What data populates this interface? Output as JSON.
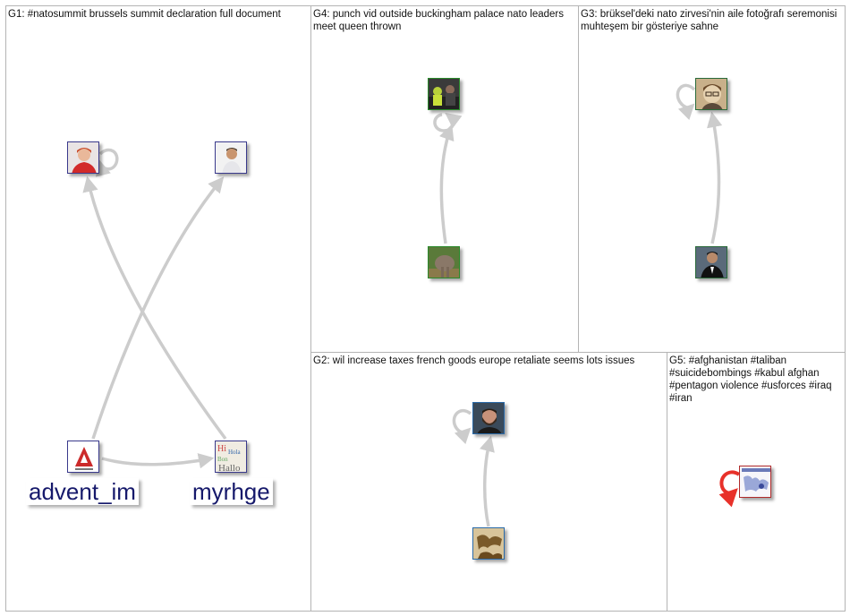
{
  "groups": {
    "g1": {
      "title": "G1: #natosummit brussels summit declaration full document"
    },
    "g4": {
      "title": "G4: punch vid outside buckingham palace nato leaders meet queen thrown"
    },
    "g3": {
      "title": "G3: brüksel'deki nato zirvesi'nin aile fotoğrafı seremonisi muhteşem bir gösteriye sahne"
    },
    "g2": {
      "title": "G2: wil increase taxes french goods europe retaliate seems lots issues"
    },
    "g5": {
      "title": "G5: #afghanistan #taliban #suicidebombings #kabul afghan #pentagon violence #usforces #iraq #iran"
    }
  },
  "labels": {
    "advent_im": "advent_im",
    "myrhge": "myrhge"
  },
  "colors": {
    "edge": "#cccccc",
    "selfloop_g5": "#e8312a",
    "label_text": "#16196b",
    "panel_border": "#b4b4b4"
  }
}
